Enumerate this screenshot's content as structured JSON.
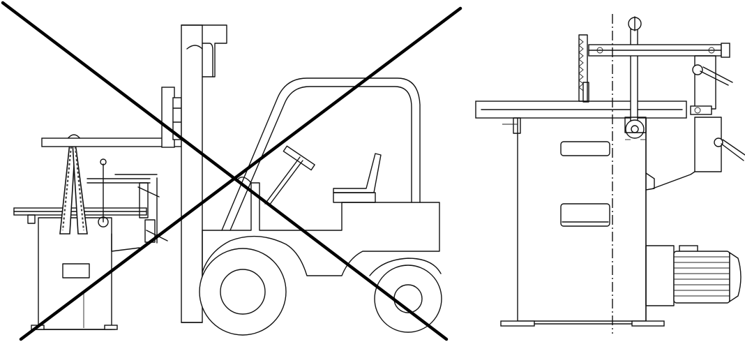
{
  "figure": {
    "background_color": "#ffffff",
    "line_color": "#111111",
    "prohibition_mark_color": "#000000",
    "panels": [
      {
        "id": "left",
        "depicts": [
          "forklift-truck",
          "machine-sling",
          "prohibition-cross"
        ]
      },
      {
        "id": "right",
        "depicts": [
          "machine-front-view",
          "centre-line",
          "motor"
        ]
      }
    ]
  }
}
